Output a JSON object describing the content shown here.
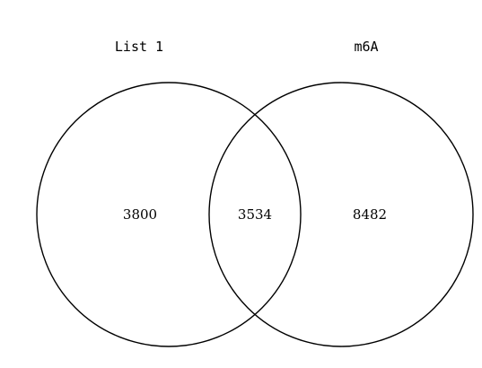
{
  "venn": {
    "sets": [
      {
        "label": "List 1"
      },
      {
        "label": "m6A"
      }
    ],
    "counts": {
      "list1_only": "3800",
      "intersection": "3534",
      "m6a_only": "8482"
    },
    "stroke_color": "#000000",
    "background_color": "#ffffff"
  }
}
